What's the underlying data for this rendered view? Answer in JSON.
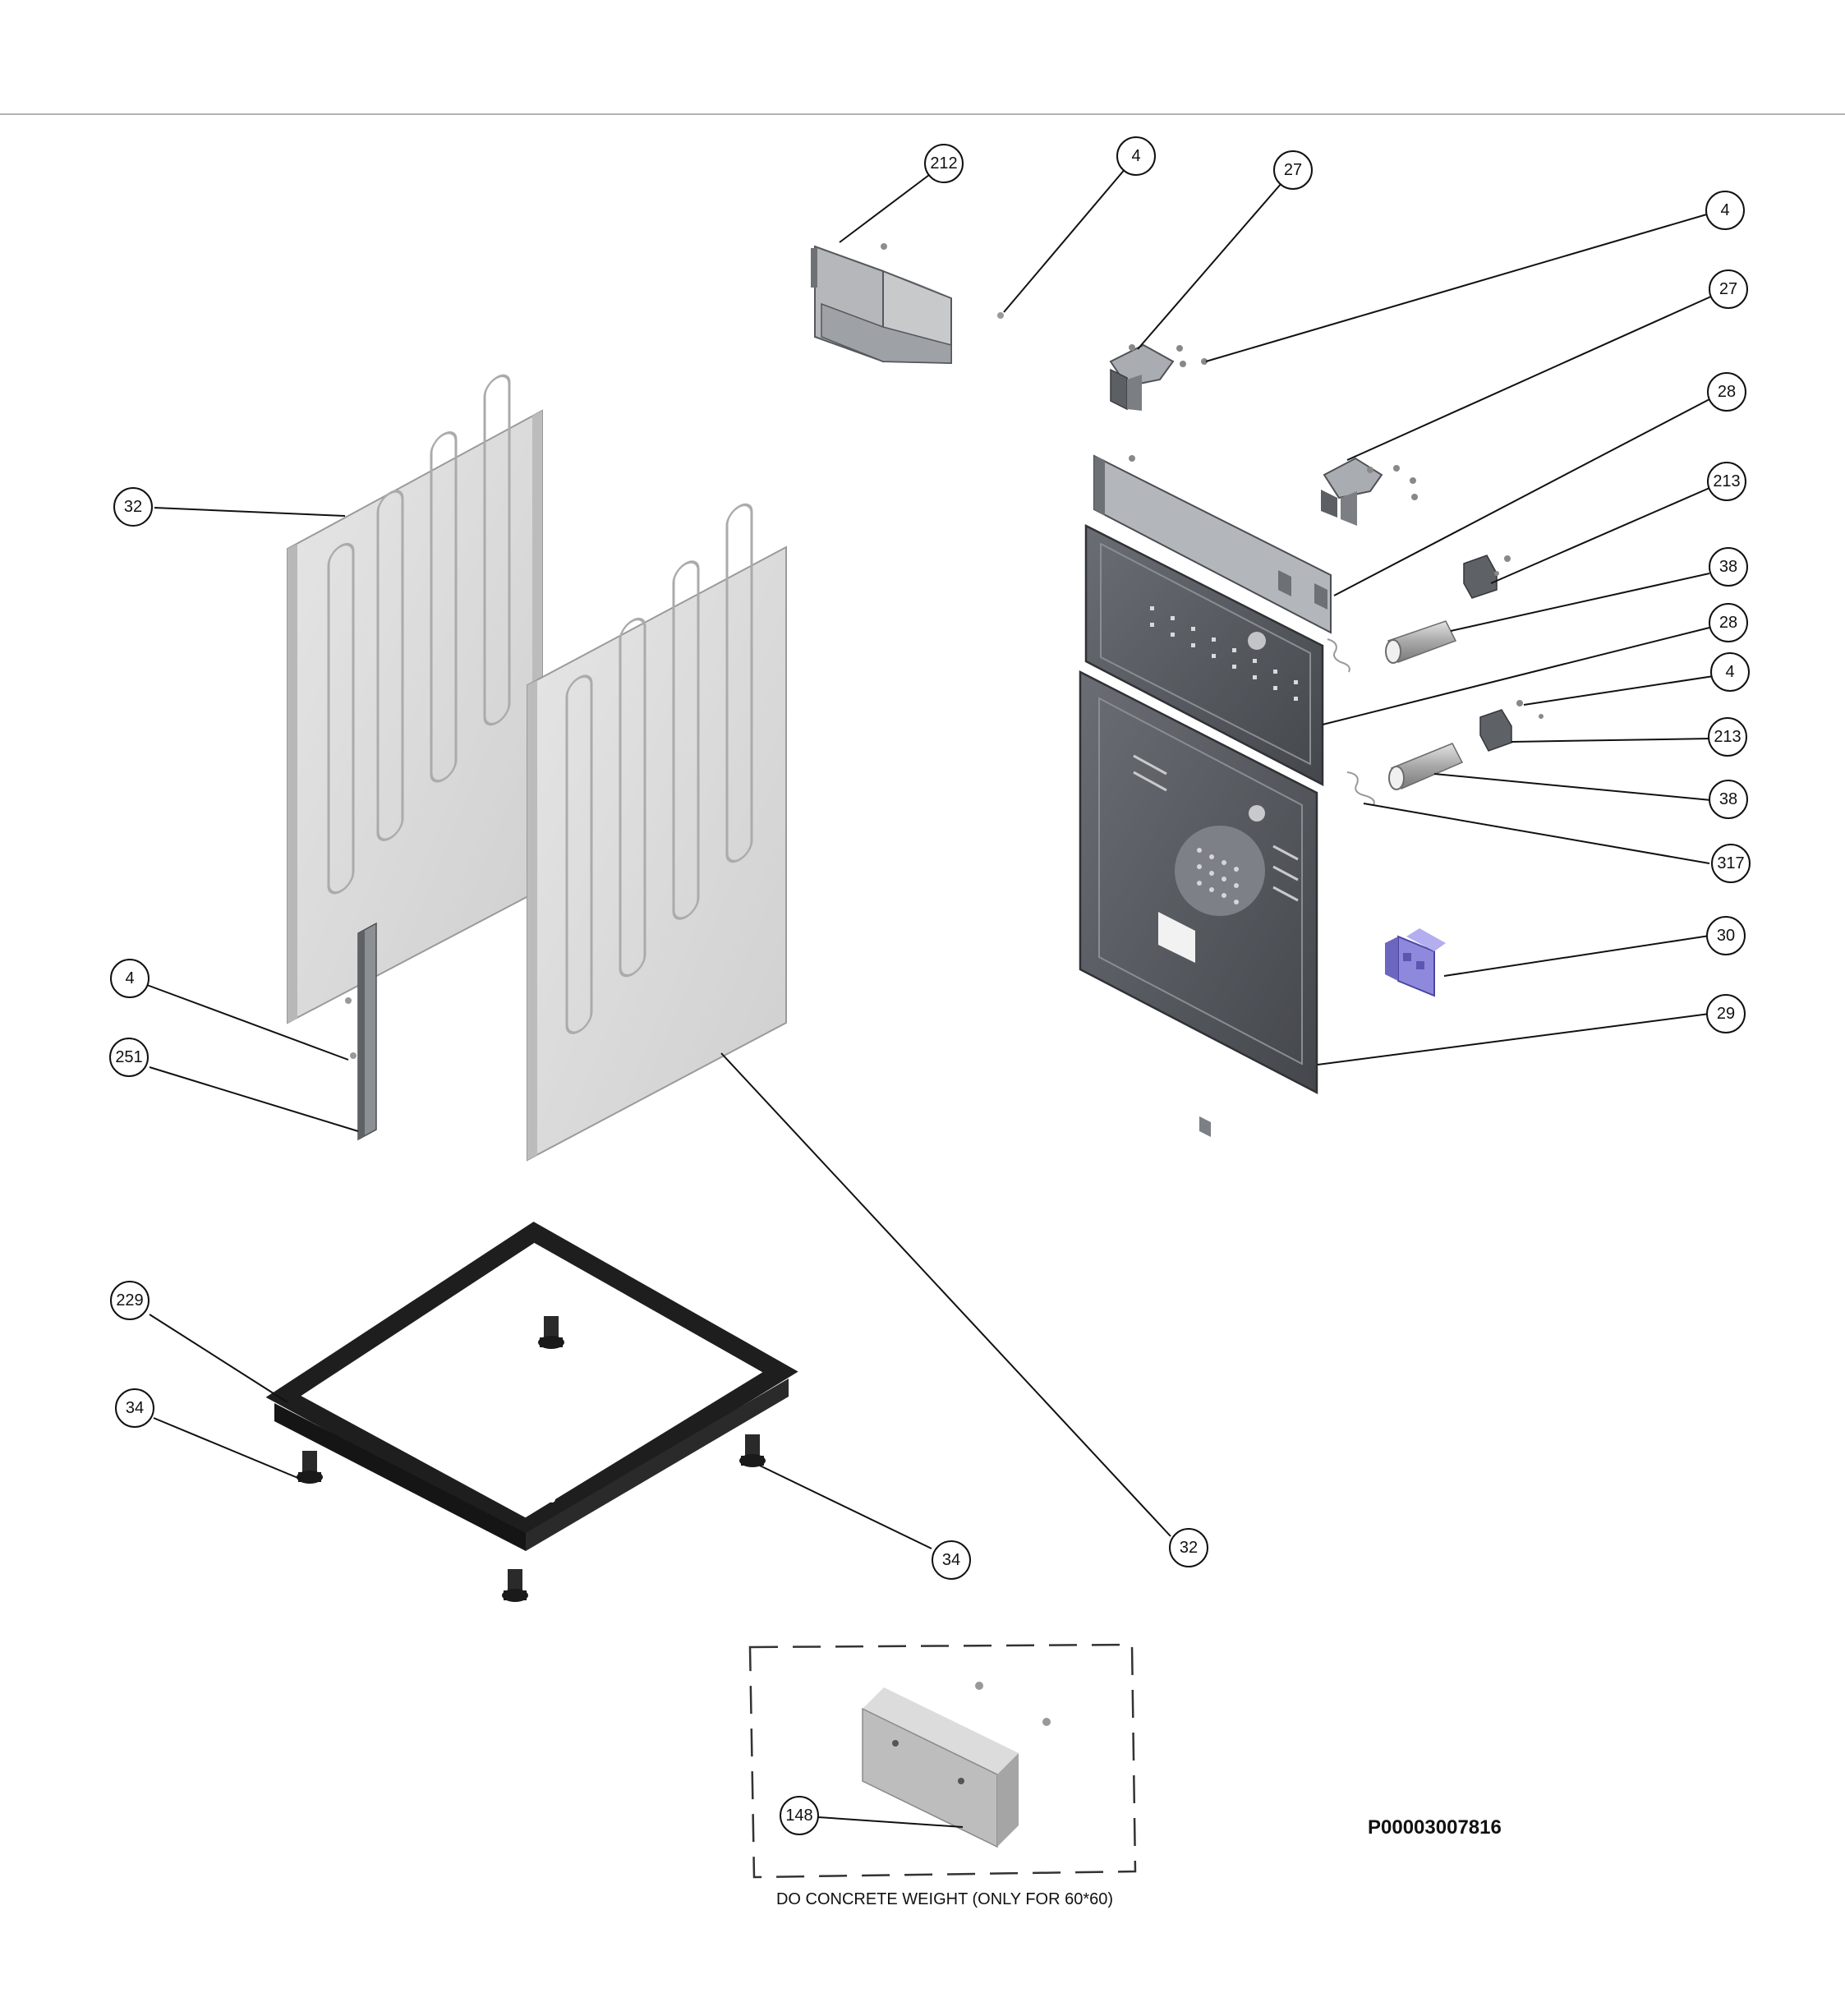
{
  "callouts": [
    {
      "id": "c212a",
      "label": "212"
    },
    {
      "id": "c4a",
      "label": "4"
    },
    {
      "id": "c27a",
      "label": "27"
    },
    {
      "id": "c4b",
      "label": "4"
    },
    {
      "id": "c27b",
      "label": "27"
    },
    {
      "id": "c28a",
      "label": "28"
    },
    {
      "id": "c213a",
      "label": "213"
    },
    {
      "id": "c38a",
      "label": "38"
    },
    {
      "id": "c28b",
      "label": "28"
    },
    {
      "id": "c4c",
      "label": "4"
    },
    {
      "id": "c213b",
      "label": "213"
    },
    {
      "id": "c38b",
      "label": "38"
    },
    {
      "id": "c317",
      "label": "317"
    },
    {
      "id": "c30",
      "label": "30"
    },
    {
      "id": "c29",
      "label": "29"
    },
    {
      "id": "c32a",
      "label": "32"
    },
    {
      "id": "c4d",
      "label": "4"
    },
    {
      "id": "c251",
      "label": "251"
    },
    {
      "id": "c229",
      "label": "229"
    },
    {
      "id": "c34a",
      "label": "34"
    },
    {
      "id": "c34b",
      "label": "34"
    },
    {
      "id": "c32b",
      "label": "32"
    },
    {
      "id": "c148",
      "label": "148"
    }
  ],
  "inset_caption": "DO CONCRETE WEIGHT (ONLY FOR 60*60)",
  "part_code": "P00003007816",
  "colors": {
    "panel_fill": "#d6d6d6",
    "panel_edge": "#9a9a9a",
    "steel_dark": "#5b5e64",
    "steel_mid": "#80848a",
    "frame_black": "#1e1e1e",
    "module_purple": "#7b76c9",
    "leader_line": "#111111"
  }
}
